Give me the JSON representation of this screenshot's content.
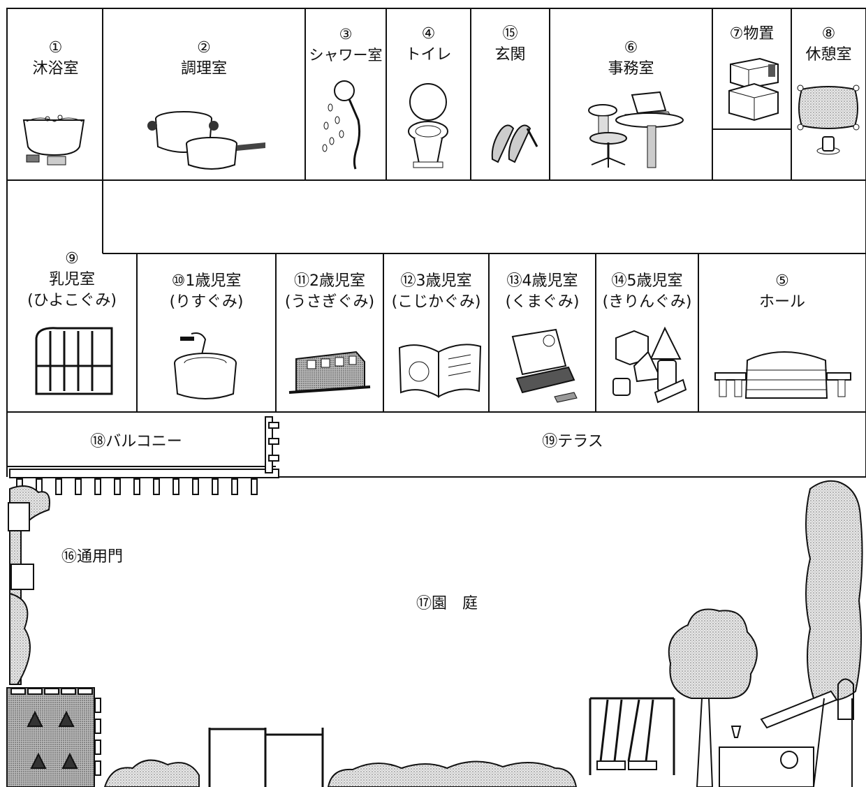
{
  "rooms": {
    "r1": {
      "num": "①",
      "name": "沐浴室",
      "icon": "bathtub-icon"
    },
    "r2": {
      "num": "②",
      "name": "調理室",
      "icon": "pots-icon"
    },
    "r3": {
      "num": "③",
      "name": "シャワー室",
      "icon": "shower-icon"
    },
    "r4": {
      "num": "④",
      "name": "トイレ",
      "icon": "toilet-icon"
    },
    "r15": {
      "num": "⑮",
      "name": "玄関",
      "icon": "shoes-icon"
    },
    "r6": {
      "num": "⑥",
      "name": "事務室",
      "icon": "office-desk-icon"
    },
    "r7": {
      "label": "⑦物置",
      "icon": "boxes-icon"
    },
    "r8": {
      "num": "⑧",
      "name": "休憩室",
      "icon": "cushion-cup-icon"
    },
    "r9": {
      "num": "⑨",
      "name": "乳児室",
      "sub": "(ひよこぐみ)",
      "icon": "crib-icon"
    },
    "r10": {
      "name": "⑩1歳児室",
      "sub": "(りすぐみ)",
      "icon": "potty-icon"
    },
    "r11": {
      "name": "⑪2歳児室",
      "sub": "(うさぎぐみ)",
      "icon": "toy-train-icon"
    },
    "r12": {
      "name": "⑫3歳児室",
      "sub": "(こじかぐみ)",
      "icon": "picture-book-icon"
    },
    "r13": {
      "name": "⑬4歳児室",
      "sub": "(くまぐみ)",
      "icon": "paint-set-icon"
    },
    "r14": {
      "name": "⑭5歳児室",
      "sub": "(きりんぐみ)",
      "icon": "building-blocks-icon"
    },
    "r5": {
      "num": "⑤",
      "name": "ホール",
      "icon": "vaulting-box-icon"
    }
  },
  "outdoor": {
    "balcony": "⑱バルコニー",
    "terrace": "⑲テラス",
    "gate": "⑯通用門",
    "garden": "⑰園　庭"
  }
}
